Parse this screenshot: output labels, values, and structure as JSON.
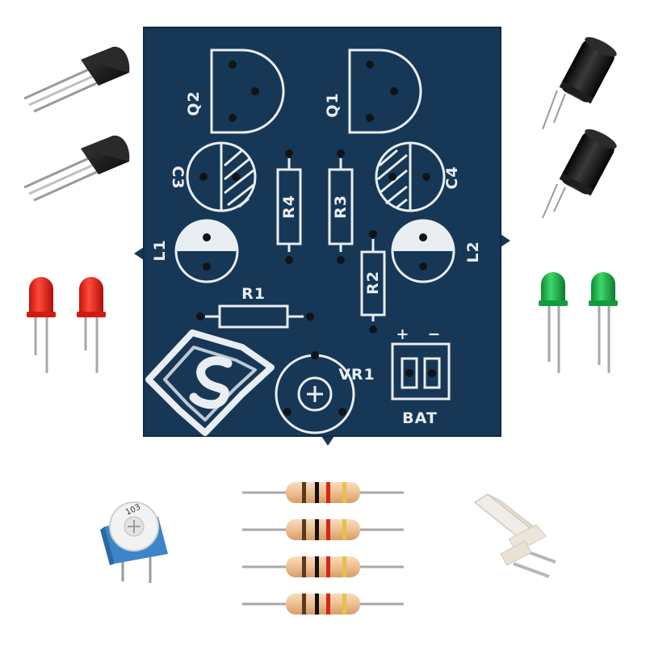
{
  "board": {
    "labels": {
      "q2": "Q2",
      "q1": "Q1",
      "c3": "C3",
      "c4": "C4",
      "r4": "R4",
      "r3": "R3",
      "r2": "R2",
      "r1": "R1",
      "l1": "L1",
      "l2": "L2",
      "vr1": "VR1",
      "bat": "BAT",
      "plus": "+",
      "minus": "−"
    }
  },
  "parts": {
    "trimmer_code": "103"
  },
  "colors": {
    "pcb": "#173756",
    "silkscreen": "#e9eef2",
    "led_red": "#e8261c",
    "led_green": "#1fa84a",
    "capacitor": "#111111",
    "resistor_body": "#f2c9a0",
    "trimmer_base": "#3a86c8",
    "connector": "#f1ede6"
  }
}
